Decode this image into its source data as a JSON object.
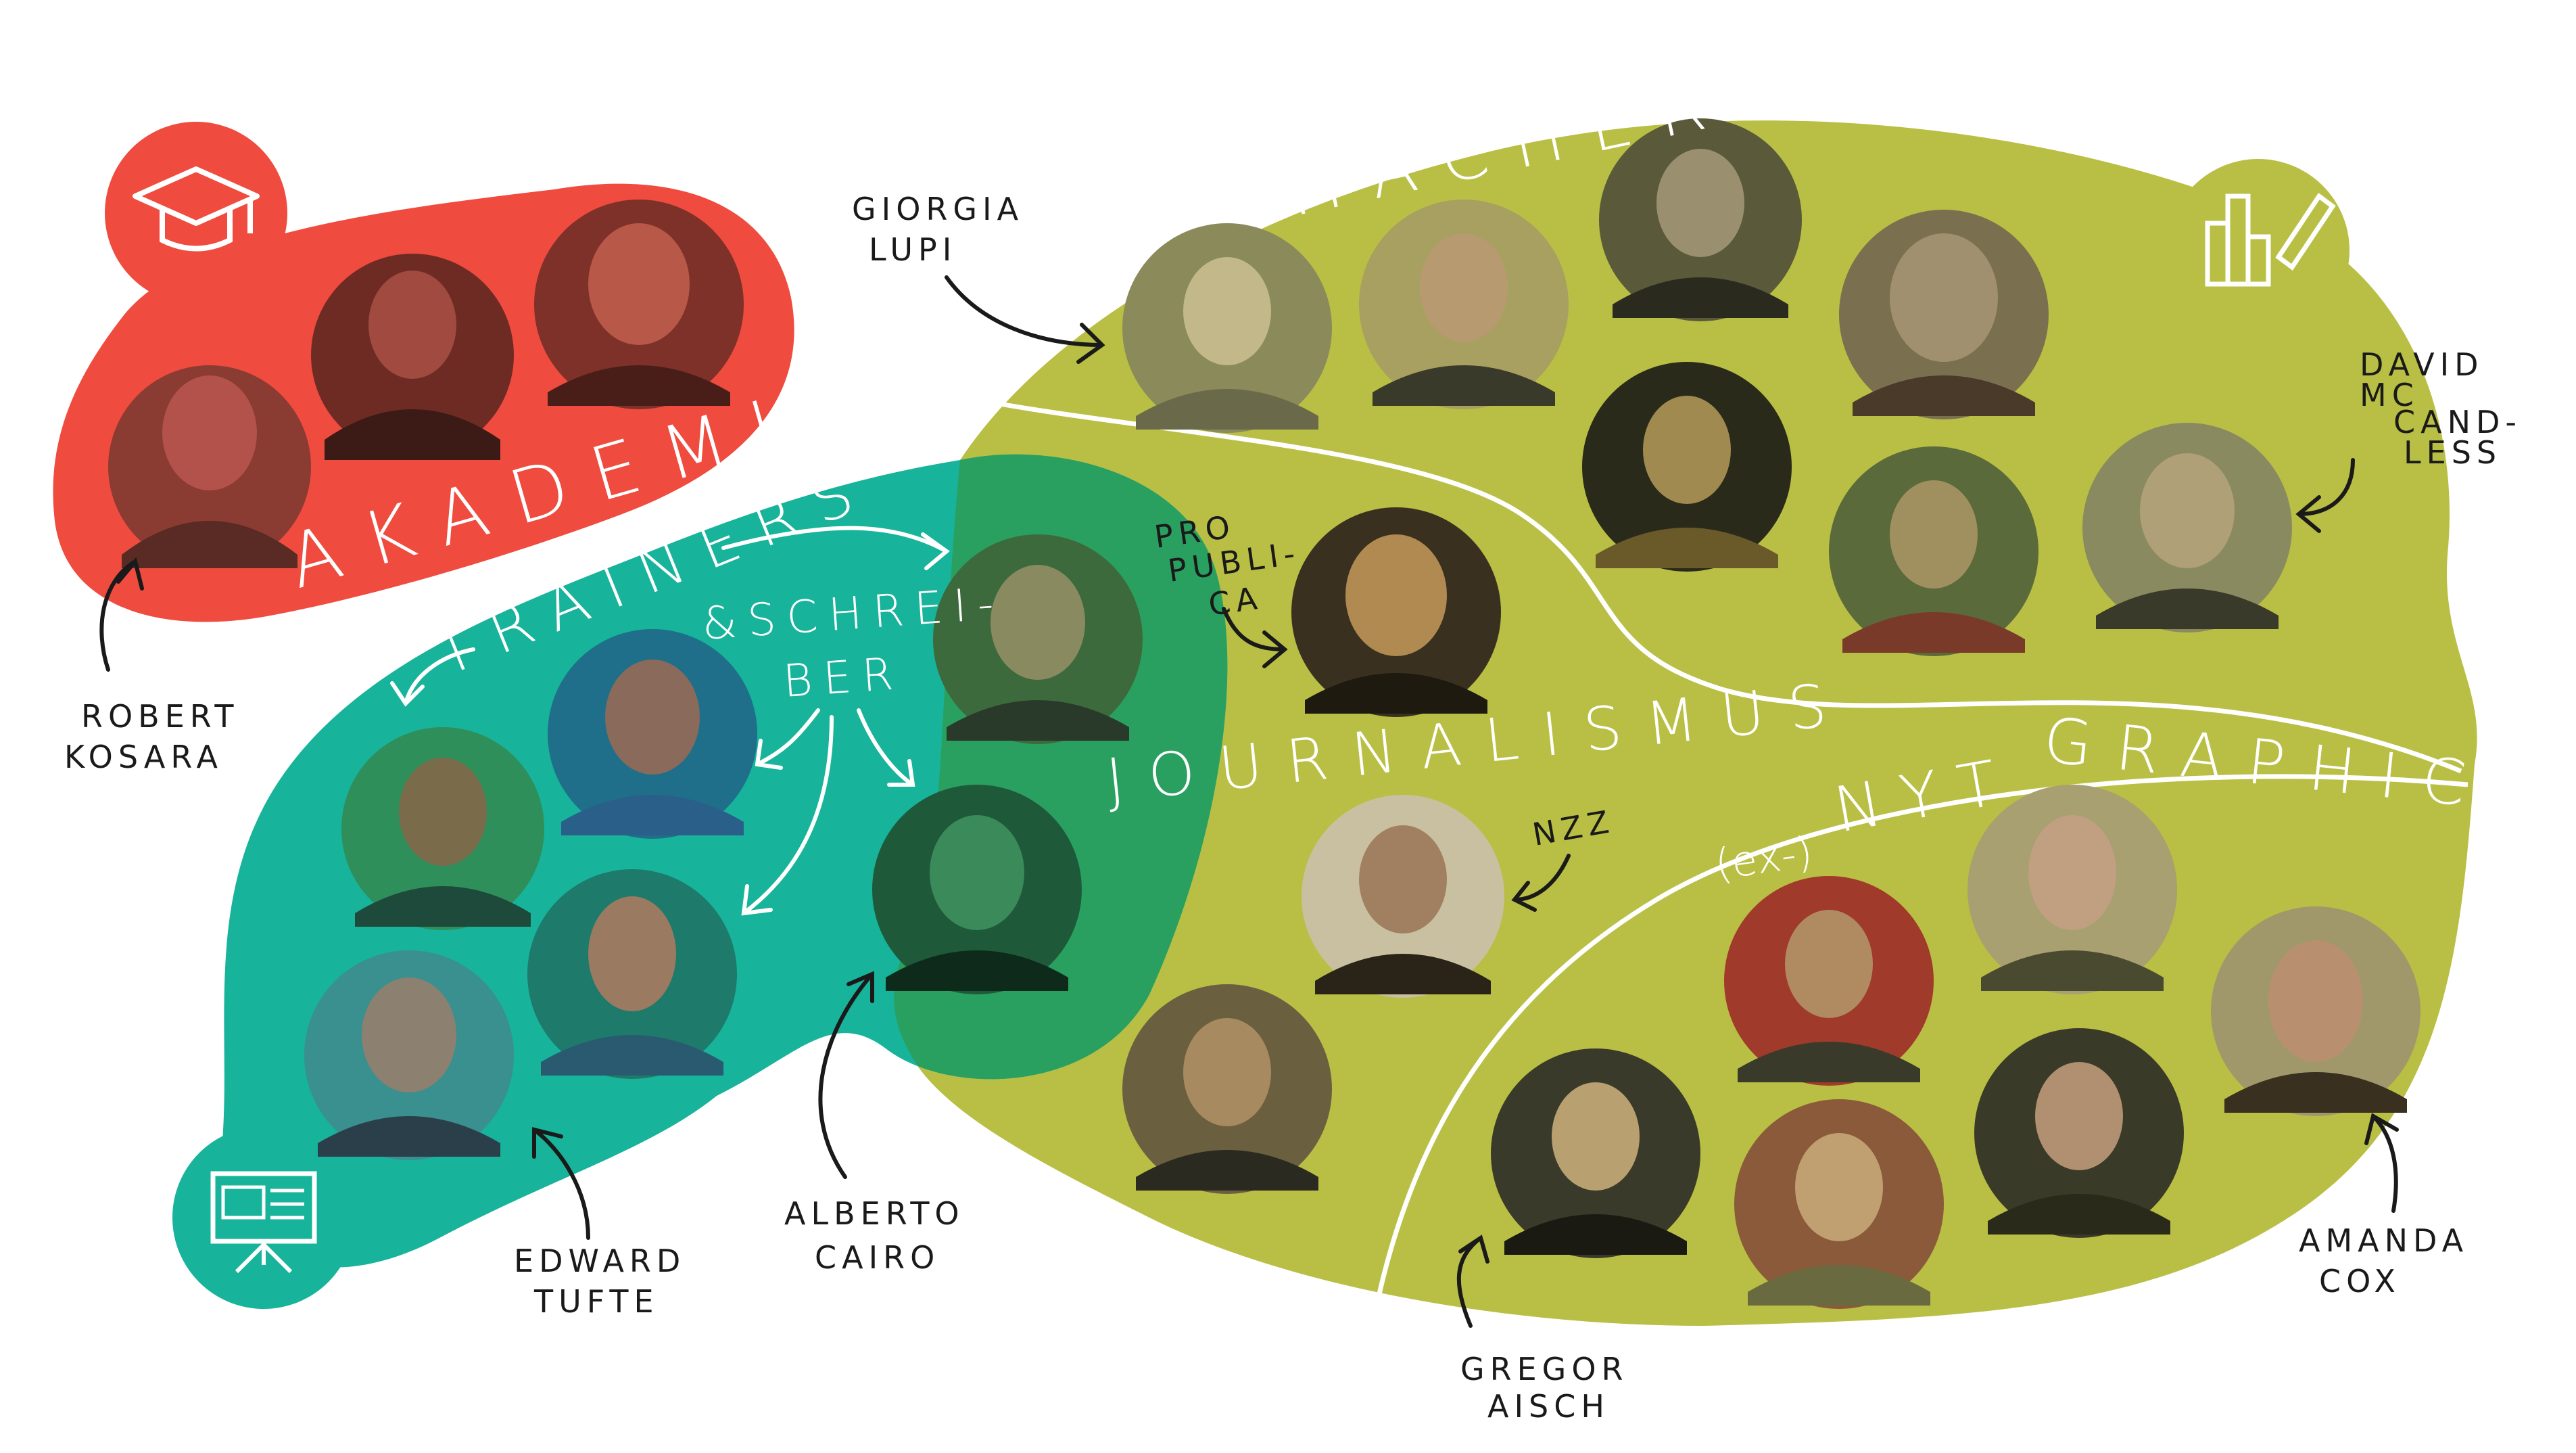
{
  "regions": {
    "akademia": {
      "title": "AKADEMIA",
      "color": "#ef4b3f"
    },
    "trainers": {
      "title": "TRAINERS",
      "subtitle": "&SCHREI-",
      "subtitle2": "BER",
      "color": "#17b39a"
    },
    "macher": {
      "title": "MACHER",
      "color": "#b9bf44"
    },
    "journalismus": {
      "title": "JOURNALISMUS",
      "color": "#b9bf44"
    },
    "nyt": {
      "prefix": "(ex-)",
      "title": "NYT",
      "title2": "GRAPHICS",
      "color": "#b9bf44"
    },
    "overlap_color": "#2aa060"
  },
  "annotations": {
    "robert_kosara": [
      "ROBERT",
      "KOSARA"
    ],
    "edward_tufte": [
      "EDWARD",
      "TUFTE"
    ],
    "alberto_cairo": [
      "ALBERTO",
      "CAIRO"
    ],
    "giorgia_lupi": [
      "GIORGIA",
      "LUPI"
    ],
    "david_mccandless": [
      "DAVID",
      "MC",
      "CAND-",
      "LESS"
    ],
    "propublica": [
      "PRO",
      "PUBLI-",
      "CA"
    ],
    "nzz": "NZZ",
    "gregor_aisch": [
      "GREGOR",
      "AISCH"
    ],
    "amanda_cox": [
      "AMANDA",
      "COX"
    ]
  },
  "icons": {
    "akademia": "graduation-cap-icon",
    "trainers": "presentation-board-icon",
    "macher": "chart-pencil-icon"
  }
}
